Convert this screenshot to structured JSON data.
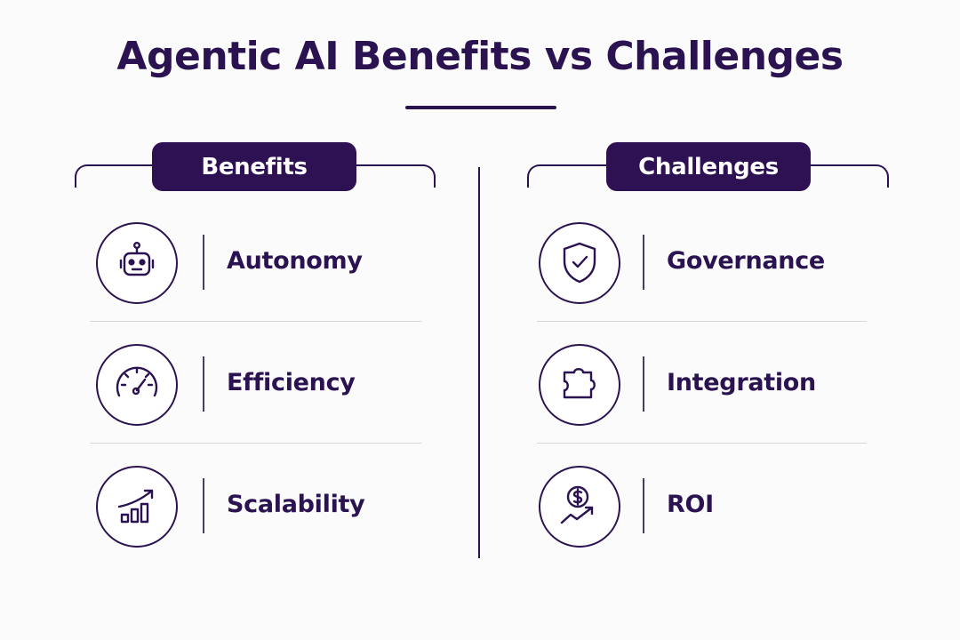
{
  "title": "Agentic AI Benefits vs Challenges",
  "benefits": {
    "header": "Benefits",
    "items": [
      {
        "label": "Autonomy",
        "icon": "robot-icon"
      },
      {
        "label": "Efficiency",
        "icon": "speedometer-icon"
      },
      {
        "label": "Scalability",
        "icon": "growth-chart-icon"
      }
    ]
  },
  "challenges": {
    "header": "Challenges",
    "items": [
      {
        "label": "Governance",
        "icon": "shield-check-icon"
      },
      {
        "label": "Integration",
        "icon": "puzzle-piece-icon"
      },
      {
        "label": "ROI",
        "icon": "dollar-growth-icon"
      }
    ]
  },
  "colors": {
    "primary": "#2a1350",
    "pill_background": "#2e1152",
    "background": "#fbfbfb",
    "divider": "#d6d6da"
  }
}
